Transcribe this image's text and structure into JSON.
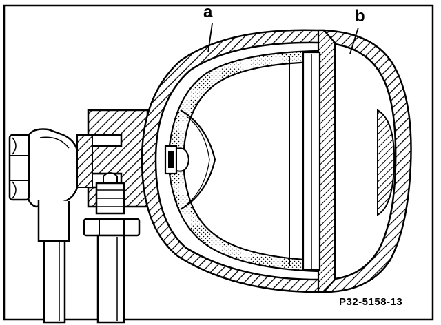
{
  "labels": {
    "a": "a",
    "b": "b"
  },
  "figure_code": "P32-5158-13",
  "colors": {
    "ink": "#000000",
    "paper": "#ffffff"
  }
}
